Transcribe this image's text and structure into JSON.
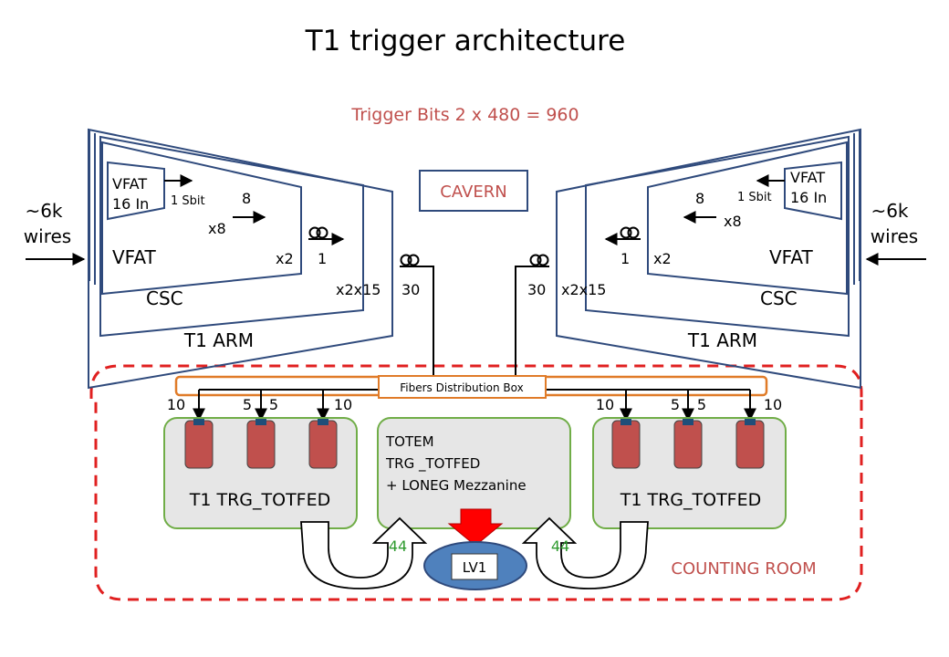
{
  "title": "T1 trigger architecture",
  "trigger_bits": "Trigger Bits 2 x 480 = 960",
  "cavern": "CAVERN",
  "counting_room": "COUNTING ROOM",
  "fiber_box": "Fibers Distribution Box",
  "wires_left": [
    "~6k",
    "wires"
  ],
  "wires_right": [
    "~6k",
    "wires"
  ],
  "left_arm": {
    "arm_label": "T1 ARM",
    "csc_label": "CSC",
    "vfat_outer_label": "VFAT",
    "vfat_chip": [
      "VFAT",
      "16 In"
    ],
    "sbit": "1 Sbit",
    "eight": "8",
    "x8": "x8",
    "x2": "x2",
    "one": "1",
    "x2x15": "x2x15",
    "thirty": "30"
  },
  "right_arm": {
    "arm_label": "T1 ARM",
    "csc_label": "CSC",
    "vfat_outer_label": "VFAT",
    "vfat_chip": [
      "VFAT",
      "16 In"
    ],
    "sbit": "1 Sbit",
    "eight": "8",
    "x8": "x8",
    "x2": "x2",
    "one": "1",
    "x2x15": "x2x15",
    "thirty": "30"
  },
  "left_counts": [
    "10",
    "5",
    "5",
    "10"
  ],
  "right_counts": [
    "10",
    "5",
    "5",
    "10"
  ],
  "left_board": "T1 TRG_TOTFED",
  "right_board": "T1 TRG_TOTFED",
  "center_board": [
    "TOTEM",
    "TRG _TOTFED",
    "+ LONEG Mezzanine"
  ],
  "lv1": "LV1",
  "link_left": "44",
  "link_right": "44",
  "colors": {
    "navy": "#2f4a7c",
    "red_text": "#c0504d",
    "dashed_red": "#e02020",
    "board_fill": "#e6e6e6",
    "board_border": "#70ad47",
    "chip_fill": "#c0504d",
    "fiber_box_border": "#e07b28",
    "lv1_fill": "#4f81bd",
    "arrow_red": "#ff0000",
    "green_text": "#2e9a2e"
  }
}
